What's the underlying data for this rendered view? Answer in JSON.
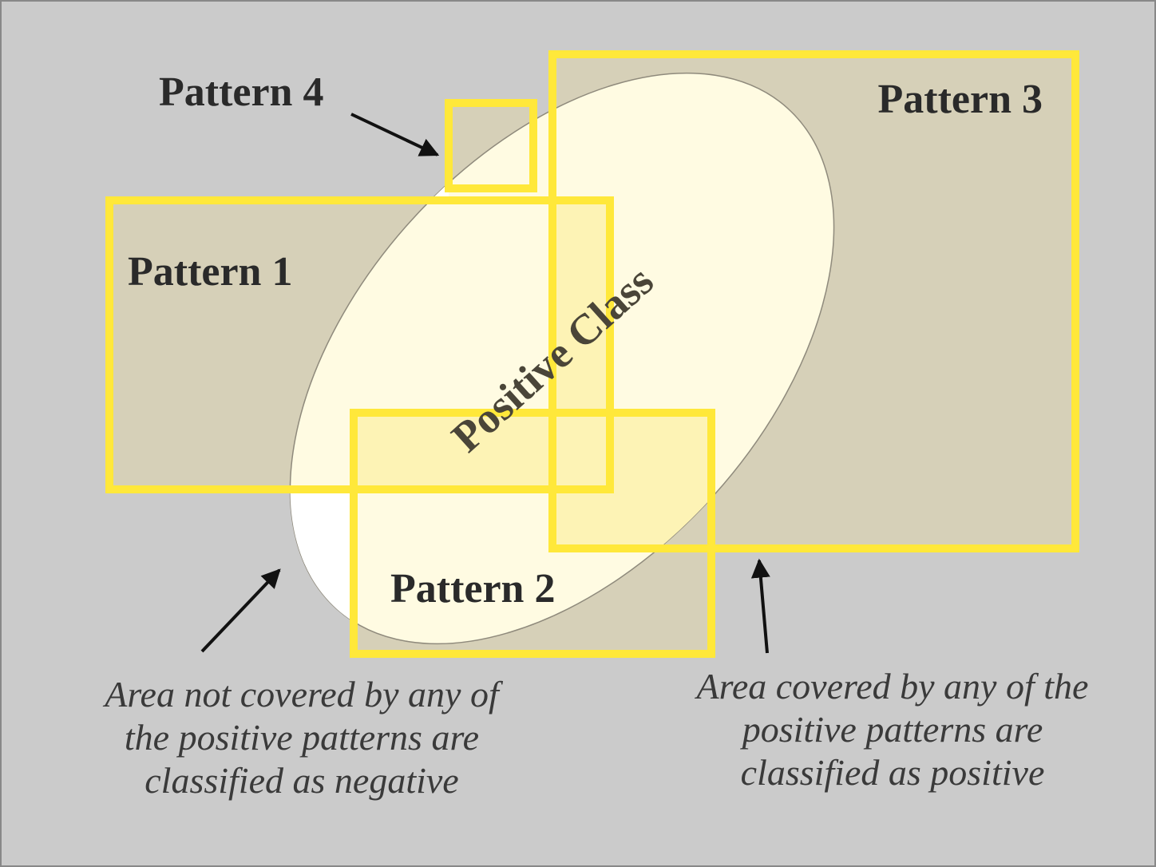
{
  "colors": {
    "background": "#cbcbcb",
    "pattern_fill": "#d6d0b8",
    "pattern_border": "#ffe83a",
    "positive_class_fill": "#fffbe2",
    "uncovered_area": "#ffffff",
    "overlap_fill": "#fdf3b5",
    "arrow": "#111111",
    "text": "#2a2a2a"
  },
  "positive_class": {
    "label": "Positive Class"
  },
  "patterns": [
    {
      "label": "Pattern 1"
    },
    {
      "label": "Pattern 2"
    },
    {
      "label": "Pattern 3"
    },
    {
      "label": "Pattern 4"
    }
  ],
  "notes": {
    "uncovered": [
      "Area not covered by any of",
      "the positive patterns are",
      "classified as negative"
    ],
    "covered": [
      "Area covered by any of the",
      "positive patterns are",
      "classified as positive"
    ]
  }
}
